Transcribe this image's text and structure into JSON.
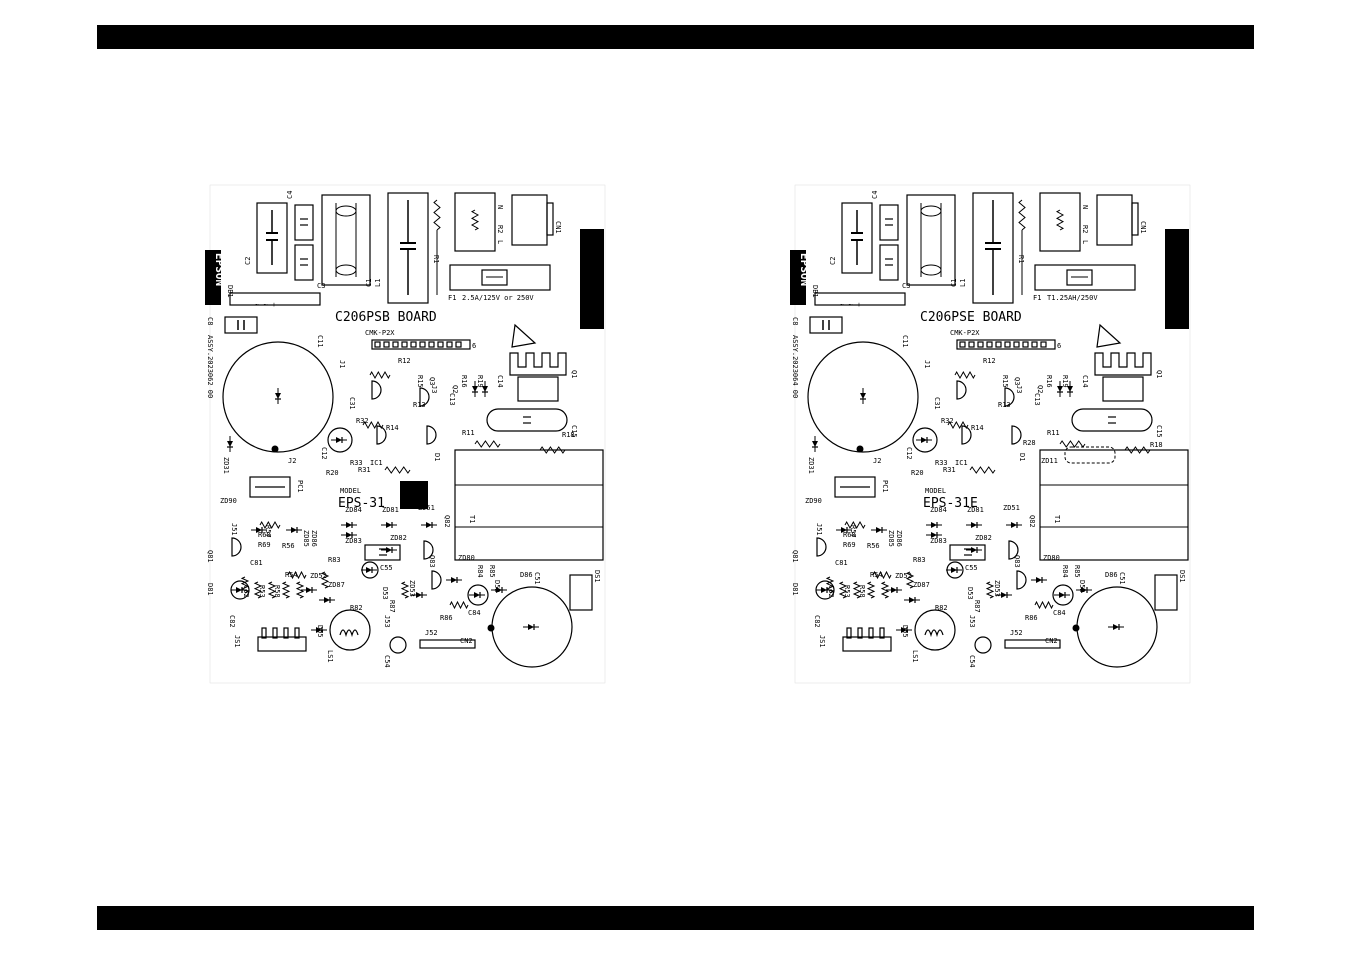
{
  "boards": [
    {
      "board_name": "C206PSB BOARD",
      "model_label": "MODEL",
      "model": "EPS-31",
      "assy": "ASSY.2023062 00",
      "brand": "EPSON",
      "cert": "CMK-P2X",
      "fuse": "2.5A/125V or 250V",
      "connector_pins": "6",
      "labels": {
        "C2": "C2",
        "C4": "C4",
        "C3": "C3",
        "C1": "C1",
        "L1": "L1",
        "R1": "R1",
        "R2": "R2",
        "N": "N",
        "L": "L",
        "CN1": "CN1",
        "F1": "F1",
        "DB1": "DB1",
        "C8": "C8",
        "C11": "C11",
        "J1": "J1",
        "R12": "R12",
        "R15": "R15",
        "R16": "R16",
        "R19": "R19",
        "C14": "C14",
        "Q1": "Q1",
        "J3": "J3",
        "Q2": "Q2",
        "Q3": "Q3",
        "C13": "C13",
        "C31": "C31",
        "R13": "R13",
        "R14": "R14",
        "R32": "R32",
        "C15": "C15",
        "R11": "R11",
        "R18": "R18",
        "J2": "J2",
        "C12": "C12",
        "R33": "R33",
        "IC1": "IC1",
        "D1": "D1",
        "R31": "R31",
        "R20": "R20",
        "ZD31": "ZD31",
        "PC1": "PC1",
        "T1": "T1",
        "ZD90": "ZD90",
        "J51": "J51",
        "R68": "R68",
        "R69": "R69",
        "R57": "R57",
        "R56": "R56",
        "ZD85": "ZD85",
        "ZD86": "ZD86",
        "ZD84": "ZD84",
        "ZD81": "ZD81",
        "ZD51": "ZD51",
        "ZD83": "ZD83",
        "ZD82": "ZD82",
        "Q82": "Q82",
        "Q81": "Q81",
        "C81": "C81",
        "R83": "R83",
        "C55": "C55",
        "R54": "R54",
        "ZD52": "ZD52",
        "ZD87": "ZD87",
        "Q83": "Q83",
        "ZD80": "ZD80",
        "R84": "R84",
        "R85": "R85",
        "D86": "D86",
        "C51": "C51",
        "DS1": "DS1",
        "D81": "D81",
        "C82": "C82",
        "C52": "C52",
        "R53": "R53",
        "R58": "R58",
        "R82": "R82",
        "R87": "R87",
        "J53": "J53",
        "ZD53": "ZD53",
        "D53": "D53",
        "R86": "R86",
        "C84": "C84",
        "D52": "D52",
        "JS1": "JS1",
        "D55": "D55",
        "LS1": "LS1",
        "C54": "C54",
        "J52": "J52",
        "CN2": "CN2"
      }
    },
    {
      "board_name": "C206PSE BOARD",
      "model_label": "MODEL",
      "model": "EPS-31E",
      "assy": "ASSY.2023064 00",
      "brand": "EPSON",
      "cert": "CMK-P2X",
      "fuse": "T1.25AH/250V",
      "connector_pins": "6",
      "labels": {
        "C2": "C2",
        "C4": "C4",
        "C3": "C3",
        "C1": "C1",
        "L1": "L1",
        "R1": "R1",
        "R2": "R2",
        "N": "N",
        "L": "L",
        "CN1": "CN1",
        "F1": "F1",
        "DB1": "DB1",
        "C8": "C8",
        "C11": "C11",
        "J1": "J1",
        "R12": "R12",
        "R15": "R15",
        "R16": "R16",
        "R19": "R19",
        "C14": "C14",
        "Q1": "Q1",
        "J3": "J3",
        "Q2": "Q2",
        "Q3": "Q3",
        "C13": "C13",
        "C31": "C31",
        "R13": "R13",
        "R14": "R14",
        "R32": "R32",
        "C15": "C15",
        "R11": "R11",
        "R18": "R18",
        "J2": "J2",
        "C12": "C12",
        "R33": "R33",
        "IC1": "IC1",
        "D1": "D1",
        "R31": "R31",
        "R20": "R20",
        "ZD31": "ZD31",
        "PC1": "PC1",
        "T1": "T1",
        "ZD90": "ZD90",
        "J51": "J51",
        "R68": "R68",
        "R69": "R69",
        "R57": "R57",
        "R56": "R56",
        "ZD85": "ZD85",
        "ZD86": "ZD86",
        "ZD84": "ZD84",
        "ZD81": "ZD81",
        "ZD51": "ZD51",
        "ZD83": "ZD83",
        "ZD82": "ZD82",
        "Q82": "Q82",
        "Q81": "Q81",
        "C81": "C81",
        "R83": "R83",
        "C55": "C55",
        "R54": "R54",
        "ZD52": "ZD52",
        "ZD87": "ZD87",
        "Q83": "Q83",
        "ZD80": "ZD80",
        "R84": "R84",
        "R85": "R85",
        "D86": "D86",
        "C51": "C51",
        "DS1": "DS1",
        "D81": "D81",
        "C82": "C82",
        "C52": "C52",
        "R53": "R53",
        "R58": "R58",
        "R82": "R82",
        "R87": "R87",
        "J53": "J53",
        "ZD53": "ZD53",
        "D53": "D53",
        "R86": "R86",
        "C84": "C84",
        "D52": "D52",
        "JS1": "JS1",
        "D55": "D55",
        "LS1": "LS1",
        "C54": "C54",
        "J52": "J52",
        "CN2": "CN2",
        "R28": "R28",
        "ZD11": "ZD11"
      }
    }
  ]
}
